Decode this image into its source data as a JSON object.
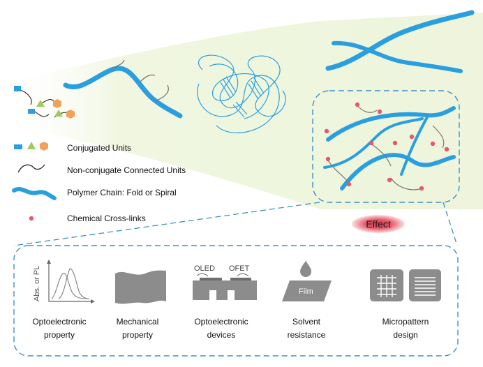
{
  "legend": {
    "conjugated_units": "Conjugated Units",
    "non_conjugate_units": "Non-conjugate Connected Units",
    "polymer_chain": "Polymer Chain: Fold or Spiral",
    "cross_links": "Chemical Cross-links"
  },
  "effect_label": "Effect",
  "properties": [
    {
      "line1": "Optoelectronic",
      "line2": "property"
    },
    {
      "line1": "Mechanical",
      "line2": "property"
    },
    {
      "line1": "Optoelectronic",
      "line2": "devices"
    },
    {
      "line1": "Solvent",
      "line2": "resistance"
    },
    {
      "line1": "Micropattern",
      "line2": "design"
    }
  ],
  "spectrum_axis_label": "Abs. or PL",
  "device_labels": {
    "oled": "OLED",
    "ofet": "OFET"
  },
  "film_label": "Film",
  "colors": {
    "chain_blue": "#2a9fe0",
    "background_green": "#eef5dc",
    "dashed_border": "#3f8fc6",
    "crosslink_red": "#e45a6a",
    "conjugated_green": "#9ecb5a",
    "conjugated_orange": "#f2a05a",
    "icon_gray": "#8c8c8c"
  }
}
